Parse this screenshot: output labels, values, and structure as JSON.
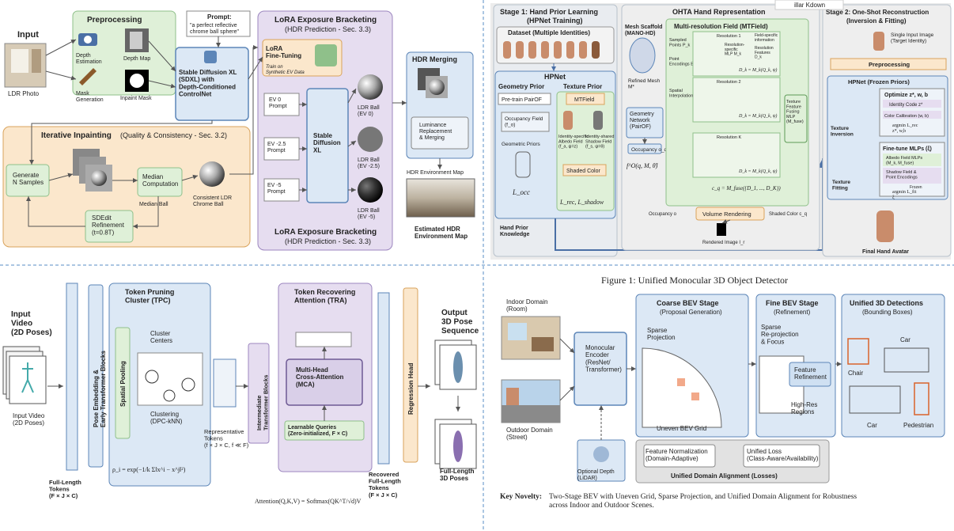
{
  "colors": {
    "panel_bg": "#f7f7f5",
    "green": "#dff0d8",
    "purple": "#e6ddf0",
    "orange": "#fbe7cc",
    "blue": "#dce8f5",
    "grey": "#e6e6e6",
    "divider": "#8fb3d9"
  },
  "p1": {
    "input": "Input",
    "ldr_photo": "LDR Photo",
    "preprocessing": "Preprocessing",
    "depth_estimation": "Depth\nEstimation",
    "depth_map": "Depth Map",
    "mask_generation": "Mask\nGeneration",
    "inpaint_mask": "Inpaint Mask",
    "prompt_title": "Prompt:",
    "prompt_text": "\"a perfect reflective\nchrome ball sphere\"",
    "sdxl": "Stable Diffusion XL\n(SDXL) with\nDepth-Conditioned\nControlNet",
    "lora_title": "LoRA Exposure Bracketing",
    "lora_sub": "(HDR Prediction - Sec. 3.3)",
    "lora_ft": "LoRA\nFine-Tuning",
    "lora_ft_sub": "Train on\nSynthetic EV Data",
    "ev0": "EV 0\nPrompt",
    "ev25": "EV -2.5\nPrompt",
    "ev5": "EV -5\nPrompt",
    "sdxl2": "Stable\nDiffusion\nXL",
    "ball0": "LDR Ball\n(EV 0)",
    "ball25": "LDR Ball\n(EV -2.5)",
    "ball5": "LDR Ball\n(EV -5)",
    "lora_title2": "LoRA Exposure Bracketing",
    "lora_sub2": "(HDR Prediction - Sec. 3.3)",
    "hdr_merging": "HDR Merging",
    "lum": "Luminance\nReplacement\n& Merging",
    "hdr_env": "HDR Environment Map",
    "est_hdr": "Estimated HDR\nEnvironment Map",
    "iter_title": "Iterative Inpainting",
    "iter_sub": "(Quality & Consistency - Sec. 3.2)",
    "gen_n": "Generate\nN Samples",
    "median": "Median\nComputation",
    "median_ball": "Median Ball",
    "consistent": "Consistent LDR\nChrome Ball",
    "sdedit": "SDEdit\nRefinement\n(t=0.8T)"
  },
  "p2": {
    "stage1": "Stage 1: Hand Prior Learning",
    "stage1_sub": "(HPNet Training)",
    "dataset": "Dataset (Multiple Identities)",
    "hpnet": "HPNet",
    "geo_prior": "Geometry Prior",
    "tex_prior": "Texture Prior",
    "pretrain": "Pre-train PairOF",
    "mtfield": "MTField",
    "occ_field": "Occupancy Field\n(f_o)",
    "geo_priors": "Geometric Priors",
    "albedo": "Identity-specific\nAlbedo Field\n(f_a, ψ=z)",
    "shadow": "Identity-shared\nShadow Field\n(f_s, ψ=θ)",
    "shaded": "Shaded Color",
    "loss_occ": "L_occ",
    "loss_rec": "L_rec, L_shadow",
    "hand_prior": "Hand Prior\nKnowledge",
    "ohta": "OHTA Hand Representation",
    "mesh_scaffold": "Mesh Scaffold\n(MANO-HD)",
    "refined": "Refined Mesh\nM*",
    "geo_net": "Geometry\nNetwork\n(PairOF)",
    "occ_o": "Occupancy o_q",
    "fq": "f^O(q, M, θ̂)",
    "mrf": "Multi-resolution Field (MTField)",
    "sampled1": "Sampled\nPoints P_k",
    "point_enc": "Point\nEncodings E_k",
    "res1": "Resolution 1",
    "res2": "Resolution 2",
    "resk": "Resolution K",
    "field_info": "Field-specific\ninformation",
    "res_mlp": "Resolution-\nspecific\nMLP M_k",
    "res_feat": "Resolution\nFeatures\nD_k",
    "spatial": "Spatial\nInterpolation",
    "eq1": "D_k = M_k(Q_k, ψ)",
    "eq2": "D_k = M_k(Q_k, ψ)",
    "eq3": "D_k = M_k(Q_k, ψ)",
    "tex_fusing": "Texture\nFeature\nFusing\nMLP\n(M_fuse)",
    "cq": "c_q = M_fuse({D_1, ..., D_K})",
    "vol_render": "Volume Rendering",
    "occ_label": "Occupancy o",
    "shaded_label": "Shaded Color c_q",
    "rendered": "Rendered Image I_r",
    "stage2": "Stage 2: One-Shot Reconstruction",
    "stage2_sub": "(Inversion & Fitting)",
    "single_input": "Single Input Image\n(Target Identity)",
    "preproc2": "Preprocessing",
    "hpnet_frozen": "HPNet (Frozen Priors)",
    "optimize": "Optimize z*, w, b",
    "identity_code": "Identity Code z*",
    "color_cal": "Color Calibration (w, b)",
    "argmin1": "argmin L_rec\nz*, w,b",
    "tex_inv": "Texture\nInversion",
    "finetune": "Fine-tune MLPs (ξ)",
    "albedo_mlps": "Albedo Field MLPs\n(M_k, M_fuse)",
    "shadow_pe": "Shadow Field &\nPoint Encodings",
    "frozen": "Frozen",
    "argmin2": "argmin L_fit\nξ",
    "tex_fit": "Texture\nFitting",
    "final": "Final Hand Avatar",
    "tooltip": "illar Kdown"
  },
  "p3": {
    "input_video": "Input\nVideo\n(2D Poses)",
    "input_video2": "Input Video\n(2D Poses)",
    "pose_emb": "Pose Embedding &\nEarly Transformer Blocks",
    "full_tokens": "Full-Length\nTokens\n(F × J × C)",
    "tpc_title": "Token Pruning\nCluster (TPC)",
    "spatial_pool": "Spatial Pooling",
    "cluster_centers": "Cluster\nCenters",
    "clustering": "Clustering\n(DPC-kNN)",
    "rep_tokens": "Representative\nTokens\n(f × J × C, f ≪ F)",
    "rho": "ρ_i = exp(−1/k Σ‖x^i − x^j‖²)",
    "inter": "Intermediate\nTransformer Blocks",
    "tra_title": "Token Recovering\nAttention (TRA)",
    "mca": "Multi-Head\nCross-Attention\n(MCA)",
    "learnable": "Learnable Queries\n(Zero-initialized, F × C)",
    "attn": "Attention(Q,K,V) = Softmax(QK^T/√d)V",
    "recovered": "Recovered\nFull-Length\nTokens\n(F × J × C)",
    "regression": "Regression Head",
    "output": "Output\n3D Pose\nSequence",
    "full_3d": "Full-Length\n3D Poses"
  },
  "p4": {
    "figure_title": "Figure 1: Unified Monocular 3D Object Detector",
    "indoor": "Indoor Domain\n(Room)",
    "outdoor": "Outdoor Domain\n(Street)",
    "encoder": "Monocular\nEncoder\n(ResNet/\nTransformer)",
    "depth": "Optional Depth\n(LiDAR)",
    "coarse": "Coarse BEV Stage",
    "coarse_sub": "(Proposal Generation)",
    "sparse_proj": "Sparse\nProjection",
    "uneven": "Uneven BEV Grid",
    "fine": "Fine BEV Stage",
    "fine_sub": "(Refinement)",
    "sparse_rep": "Sparse\nRe-projection\n& Focus",
    "feat_ref": "Feature\nRefinement",
    "highres": "High-Res\nRegions",
    "unified": "Unified 3D Detections",
    "unified_sub": "(Bounding Boxes)",
    "chair": "Chair",
    "car": "Car",
    "car2": "Car",
    "ped": "Pedestrian",
    "feat_norm": "Feature Normalization\n(Domain-Adaptive)",
    "unified_loss": "Unified Loss\n(Class-Aware/Availability)",
    "uda": "Unified Domain Alignment (Losses)",
    "key_label": "Key Novelty:",
    "key_text": "Two-Stage BEV with Uneven Grid, Sparse Projection, and Unified Domain Alignment for Robustness\nacross Indoor and Outdoor Scenes."
  }
}
